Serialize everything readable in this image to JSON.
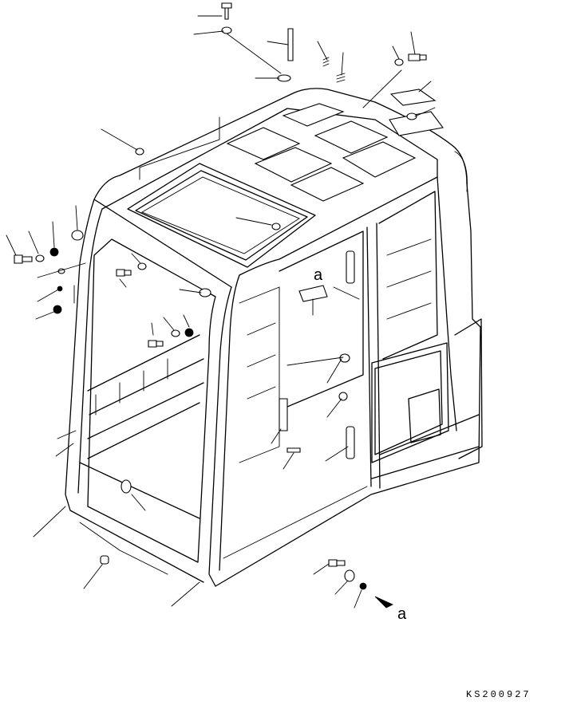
{
  "labels": {
    "ref_a_upper": "a",
    "ref_a_lower": "a"
  },
  "drawing_code": "KS200927",
  "colors": {
    "ink": "#000000",
    "paper": "#ffffff"
  }
}
